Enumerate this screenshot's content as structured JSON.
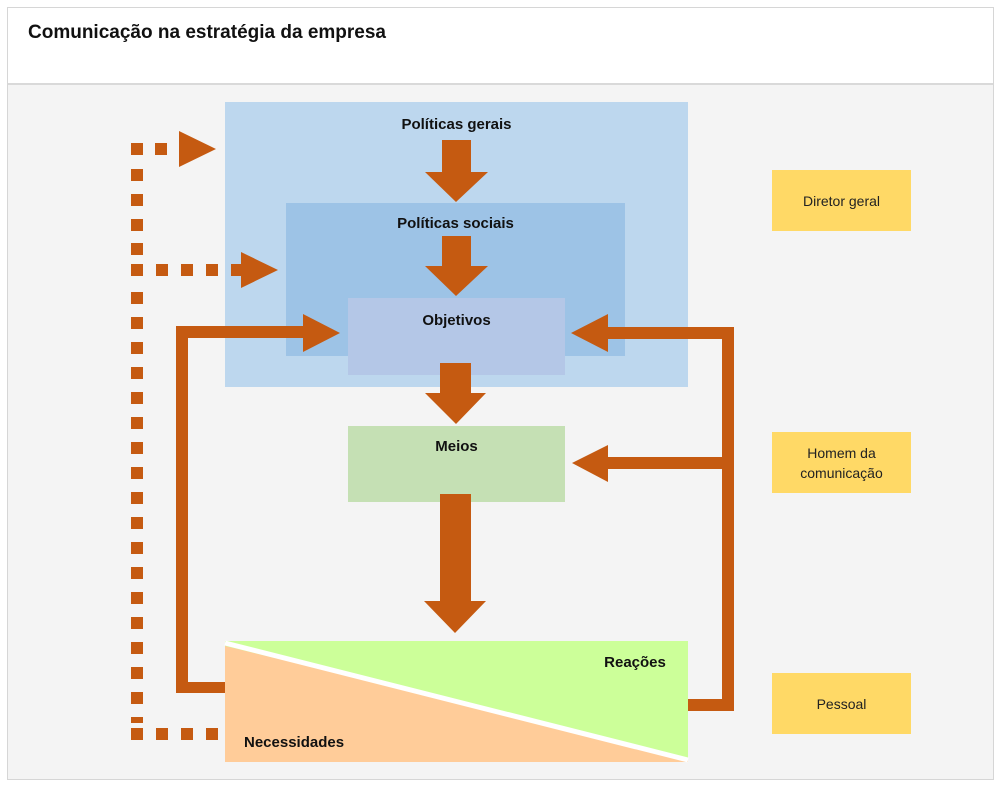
{
  "title": "Comunicação na estratégia da empresa",
  "boxes": {
    "politicas_gerais": "Políticas gerais",
    "politicas_sociais": "Políticas sociais",
    "objetivos": "Objetivos",
    "meios": "Meios",
    "reacoes": "Reações",
    "necessidades": "Necessidades"
  },
  "roles": [
    "Diretor geral",
    "Homem da comunicação",
    "Pessoal"
  ],
  "colors": {
    "arrow": "#c55a11",
    "politicas_gerais": "#bdd7ee",
    "politicas_sociais": "#9dc3e6",
    "objetivos": "#b4c7e7",
    "meios": "#c5e0b4",
    "reacoes": "#ccff99",
    "necessidades": "#ffcc99",
    "role": "#ffd966"
  }
}
